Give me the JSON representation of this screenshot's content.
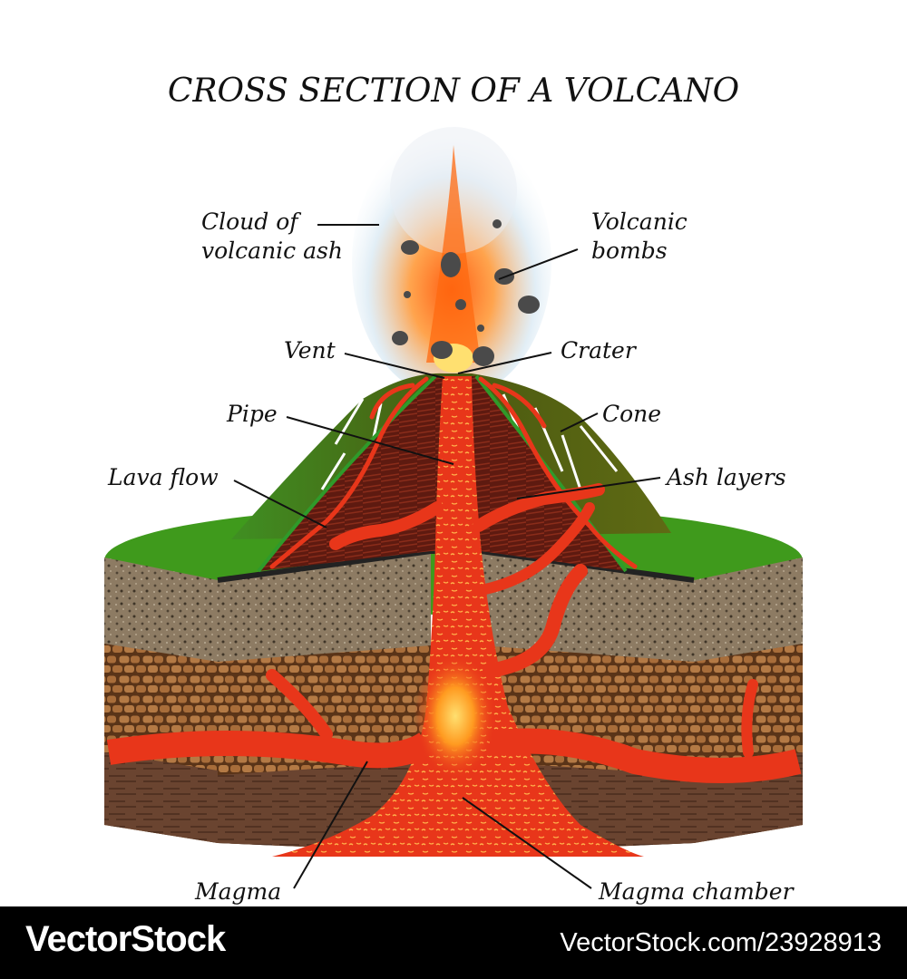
{
  "title": "CROSS SECTION OF A VOLCANO",
  "labels": {
    "cloud_line1": "Cloud of",
    "cloud_line2": "volcanic ash",
    "bombs_line1": "Volcanic",
    "bombs_line2": "bombs",
    "vent": "Vent",
    "crater": "Crater",
    "pipe": "Pipe",
    "cone": "Cone",
    "lava_flow": "Lava flow",
    "ash_layers": "Ash layers",
    "magma": "Magma",
    "magma_chamber": "Magma chamber"
  },
  "footer": {
    "brand": "VectorStock",
    "url": "VectorStock.com/23928913"
  },
  "colors": {
    "grass": "#3f9a1c",
    "lava": "#e8361a",
    "lava_core": "#ffd23c",
    "cone_inner": "#6e1a10",
    "soil_top": "#8d7b63",
    "soil_mid": "#8a5a30",
    "soil_bottom": "#6a4430",
    "footer_bg": "#000000"
  }
}
